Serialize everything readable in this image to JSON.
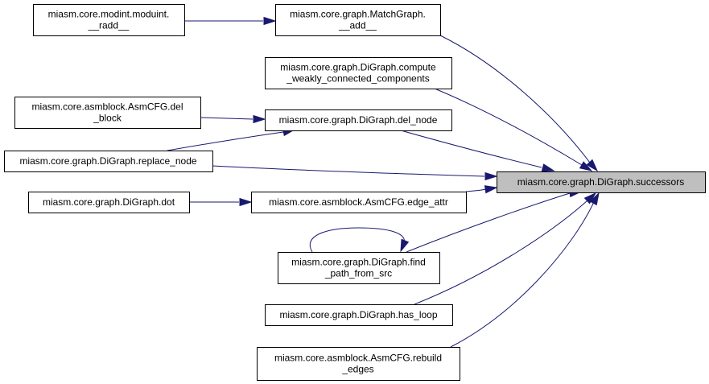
{
  "graph": {
    "nodes": [
      {
        "id": "radd",
        "lines": [
          "miasm.core.modint.moduint.",
          "__radd__"
        ]
      },
      {
        "id": "matchgraph_add",
        "lines": [
          "miasm.core.graph.MatchGraph.",
          "__add__"
        ]
      },
      {
        "id": "compute_wcc",
        "lines": [
          "miasm.core.graph.DiGraph.compute",
          "_weakly_connected_components"
        ]
      },
      {
        "id": "del_block",
        "lines": [
          "miasm.core.asmblock.AsmCFG.del",
          "_block"
        ]
      },
      {
        "id": "del_node",
        "lines": [
          "miasm.core.graph.DiGraph.del_node"
        ]
      },
      {
        "id": "replace_node",
        "lines": [
          "miasm.core.graph.DiGraph.replace_node"
        ]
      },
      {
        "id": "successors",
        "lines": [
          "miasm.core.graph.DiGraph.successors"
        ]
      },
      {
        "id": "dot",
        "lines": [
          "miasm.core.graph.DiGraph.dot"
        ]
      },
      {
        "id": "edge_attr",
        "lines": [
          "miasm.core.asmblock.AsmCFG.edge_attr"
        ]
      },
      {
        "id": "find_path_from_src",
        "lines": [
          "miasm.core.graph.DiGraph.find",
          "_path_from_src"
        ]
      },
      {
        "id": "has_loop",
        "lines": [
          "miasm.core.graph.DiGraph.has_loop"
        ]
      },
      {
        "id": "rebuild_edges",
        "lines": [
          "miasm.core.asmblock.AsmCFG.rebuild",
          "_edges"
        ]
      }
    ],
    "edges": [
      {
        "from": "radd",
        "to": "matchgraph_add"
      },
      {
        "from": "matchgraph_add",
        "to": "successors"
      },
      {
        "from": "compute_wcc",
        "to": "successors"
      },
      {
        "from": "del_block",
        "to": "del_node"
      },
      {
        "from": "replace_node",
        "to": "del_node"
      },
      {
        "from": "del_node",
        "to": "successors"
      },
      {
        "from": "replace_node",
        "to": "successors"
      },
      {
        "from": "dot",
        "to": "edge_attr"
      },
      {
        "from": "edge_attr",
        "to": "successors"
      },
      {
        "from": "find_path_from_src",
        "to": "find_path_from_src"
      },
      {
        "from": "find_path_from_src",
        "to": "successors"
      },
      {
        "from": "has_loop",
        "to": "successors"
      },
      {
        "from": "rebuild_edges",
        "to": "successors"
      }
    ]
  }
}
